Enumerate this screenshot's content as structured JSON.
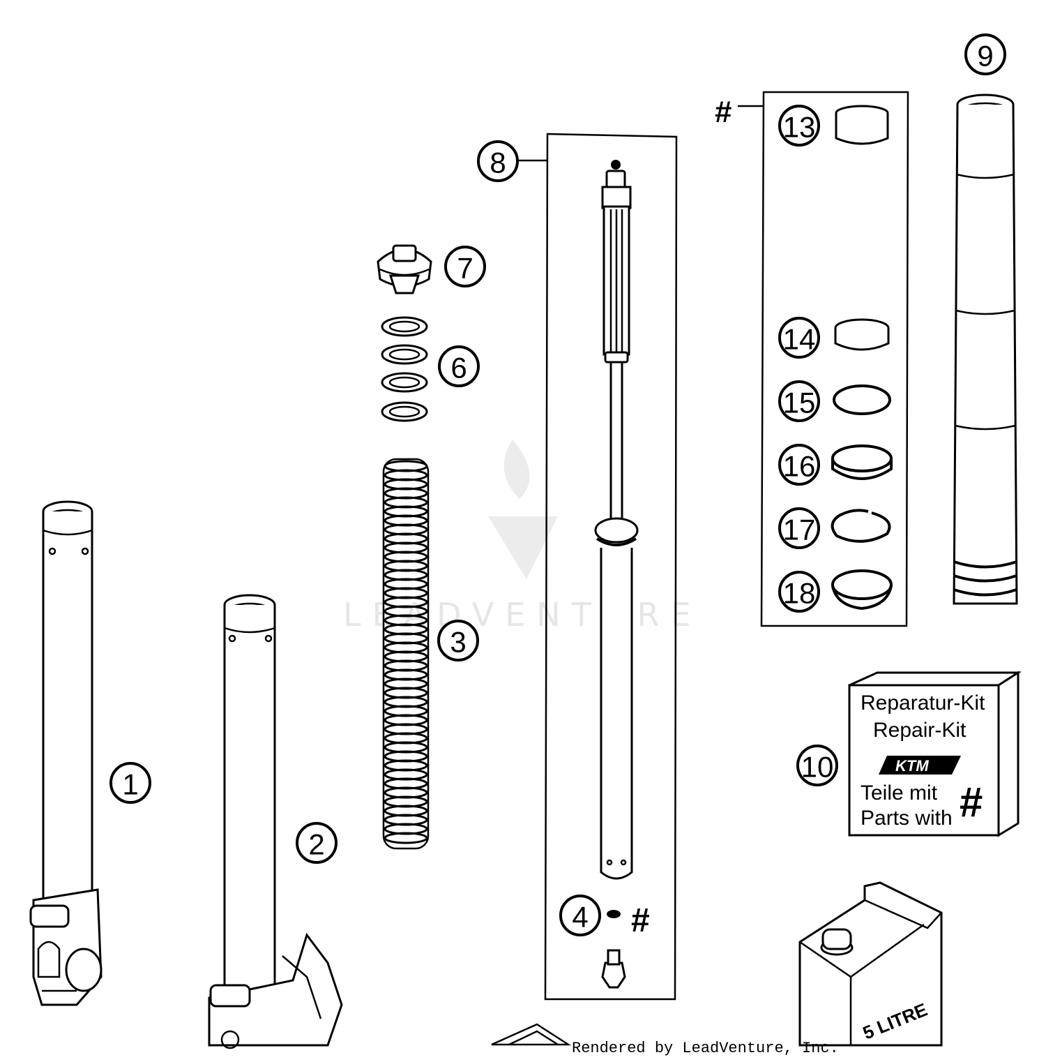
{
  "callouts": [
    {
      "id": "1",
      "label": "1"
    },
    {
      "id": "2",
      "label": "2"
    },
    {
      "id": "3",
      "label": "3"
    },
    {
      "id": "4",
      "label": "4"
    },
    {
      "id": "6",
      "label": "6"
    },
    {
      "id": "7",
      "label": "7"
    },
    {
      "id": "8",
      "label": "8"
    },
    {
      "id": "9",
      "label": "9"
    },
    {
      "id": "10",
      "label": "10"
    },
    {
      "id": "13",
      "label": "13"
    },
    {
      "id": "14",
      "label": "14"
    },
    {
      "id": "15",
      "label": "15"
    },
    {
      "id": "16",
      "label": "16"
    },
    {
      "id": "17",
      "label": "17"
    },
    {
      "id": "18",
      "label": "18"
    }
  ],
  "kit_marker": "#",
  "part4_marker": "#",
  "repair_kit": {
    "line1": "Reparatur-Kit",
    "line2": "Repair-Kit",
    "brand": "KTM",
    "line3": "Teile mit",
    "line4": "Parts with",
    "symbol": "#"
  },
  "oil_can_label": "5 LITRE",
  "watermark": "LEADVENTURE",
  "footer_text": "Rendered by LeadVenture, Inc."
}
